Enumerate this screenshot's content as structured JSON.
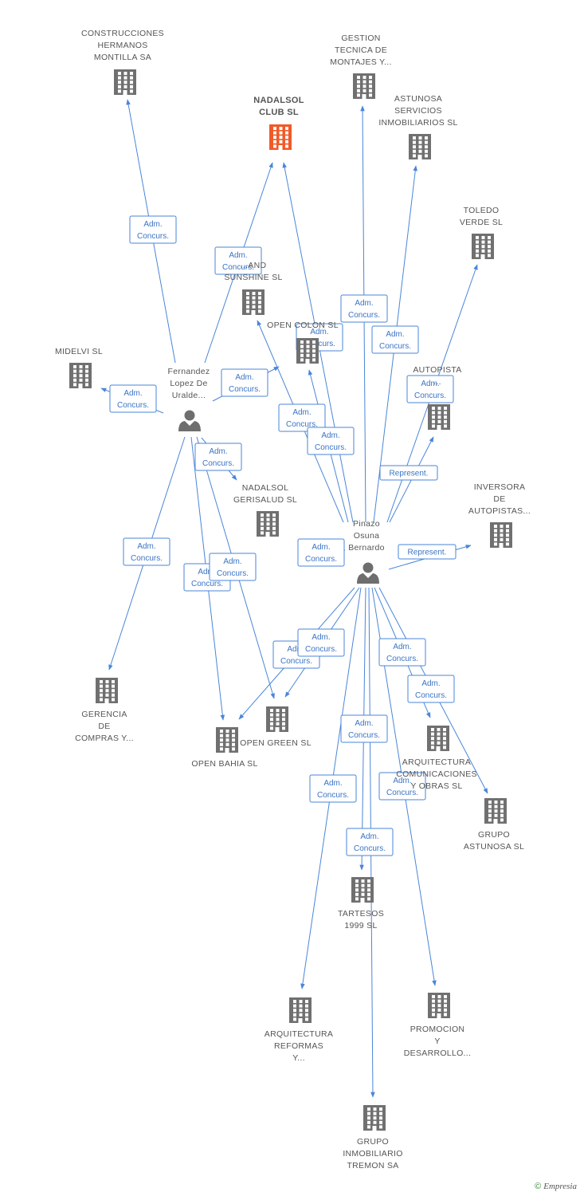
{
  "colors": {
    "edge": "#4a86d8",
    "building": "#707070",
    "building_main": "#f05a28",
    "person": "#6e6e6e",
    "label": "#555555"
  },
  "nodes": [
    {
      "id": "cons",
      "type": "company",
      "lines": [
        "CONSTRUCCIONES",
        "HERMANOS",
        "MONTILLA SA"
      ]
    },
    {
      "id": "gest",
      "type": "company",
      "lines": [
        "GESTION",
        "TECNICA DE",
        "MONTAJES Y..."
      ]
    },
    {
      "id": "nadal",
      "type": "company",
      "main": true,
      "lines": [
        "NADALSOL",
        "CLUB SL"
      ]
    },
    {
      "id": "astun",
      "type": "company",
      "lines": [
        "ASTUNOSA",
        "SERVICIOS",
        "INMOBILIARIOS SL"
      ]
    },
    {
      "id": "toledo",
      "type": "company",
      "lines": [
        "TOLEDO",
        "VERDE SL"
      ]
    },
    {
      "id": "sunshine",
      "type": "company",
      "lines": [
        "...AND",
        "SUNSHINE SL"
      ]
    },
    {
      "id": "colon",
      "type": "company",
      "lines": [
        "OPEN COLON SL"
      ]
    },
    {
      "id": "midelvi",
      "type": "company",
      "lines": [
        "MIDELVI SL"
      ]
    },
    {
      "id": "autop",
      "type": "company",
      "lines": [
        "AUTOPISTA",
        "..."
      ]
    },
    {
      "id": "gerisalud",
      "type": "company",
      "lines": [
        "NADALSOL",
        "GERISALUD SL"
      ]
    },
    {
      "id": "inversora",
      "type": "company",
      "lines": [
        "INVERSORA",
        "DE",
        "AUTOPISTAS..."
      ]
    },
    {
      "id": "gerencia",
      "type": "company",
      "lines": [
        "GERENCIA",
        "DE",
        "COMPRAS Y..."
      ]
    },
    {
      "id": "green",
      "type": "company",
      "lines": [
        "OPEN GREEN SL"
      ]
    },
    {
      "id": "bahia",
      "type": "company",
      "lines": [
        "OPEN BAHIA SL"
      ]
    },
    {
      "id": "arqcom",
      "type": "company",
      "lines": [
        "ARQUITECTURA",
        "COMUNICACIONES",
        "Y OBRAS SL"
      ]
    },
    {
      "id": "grupoast",
      "type": "company",
      "lines": [
        "GRUPO",
        "ASTUNOSA SL"
      ]
    },
    {
      "id": "tartesos",
      "type": "company",
      "lines": [
        "TARTESOS",
        "1999 SL"
      ]
    },
    {
      "id": "arqref",
      "type": "company",
      "lines": [
        "ARQUITECTURA",
        "REFORMAS",
        "Y..."
      ]
    },
    {
      "id": "promo",
      "type": "company",
      "lines": [
        "PROMOCION",
        "Y",
        "DESARROLLO..."
      ]
    },
    {
      "id": "tremon",
      "type": "company",
      "lines": [
        "GRUPO",
        "INMOBILIARIO",
        "TREMON SA"
      ]
    },
    {
      "id": "fernandez",
      "type": "person",
      "lines": [
        "Fernandez",
        "Lopez De",
        "Uralde..."
      ]
    },
    {
      "id": "pinazo",
      "type": "person",
      "lines": [
        "Pinazo",
        "Osuna",
        "Bernardo"
      ]
    }
  ],
  "relation_labels": {
    "adm": [
      "Adm.",
      "Concurs."
    ],
    "rep": [
      "Represent."
    ]
  },
  "edges": [
    {
      "from": "fernandez",
      "to": "cons",
      "rel": "adm"
    },
    {
      "from": "fernandez",
      "to": "nadal",
      "rel": "adm"
    },
    {
      "from": "fernandez",
      "to": "midelvi",
      "rel": "adm"
    },
    {
      "from": "fernandez",
      "to": "colon",
      "rel": "adm"
    },
    {
      "from": "fernandez",
      "to": "gerisalud",
      "rel": "adm"
    },
    {
      "from": "fernandez",
      "to": "gerencia",
      "rel": "adm"
    },
    {
      "from": "fernandez",
      "to": "bahia",
      "rel": "adm"
    },
    {
      "from": "fernandez",
      "to": "green",
      "rel": "adm"
    },
    {
      "from": "pinazo",
      "to": "gest",
      "rel": "adm"
    },
    {
      "from": "pinazo",
      "to": "nadal",
      "rel": "adm"
    },
    {
      "from": "pinazo",
      "to": "astun",
      "rel": "adm"
    },
    {
      "from": "pinazo",
      "to": "toledo",
      "rel": "adm"
    },
    {
      "from": "pinazo",
      "to": "sunshine",
      "rel": "adm"
    },
    {
      "from": "pinazo",
      "to": "colon",
      "rel": "adm"
    },
    {
      "from": "pinazo",
      "to": "autop",
      "rel": "rep"
    },
    {
      "from": "pinazo",
      "to": "inversora",
      "rel": "rep"
    },
    {
      "from": "pinazo",
      "to": "gerisalud",
      "rel": "adm"
    },
    {
      "from": "pinazo",
      "to": "bahia",
      "rel": "adm"
    },
    {
      "from": "pinazo",
      "to": "green",
      "rel": "adm"
    },
    {
      "from": "pinazo",
      "to": "arqcom",
      "rel": "adm"
    },
    {
      "from": "pinazo",
      "to": "grupoast",
      "rel": "adm"
    },
    {
      "from": "pinazo",
      "to": "tartesos",
      "rel": "adm"
    },
    {
      "from": "pinazo",
      "to": "arqref",
      "rel": "adm"
    },
    {
      "from": "pinazo",
      "to": "promo",
      "rel": "adm"
    },
    {
      "from": "pinazo",
      "to": "tremon",
      "rel": "adm"
    }
  ],
  "footer": {
    "copyright": "©",
    "brand": "Empresia"
  }
}
